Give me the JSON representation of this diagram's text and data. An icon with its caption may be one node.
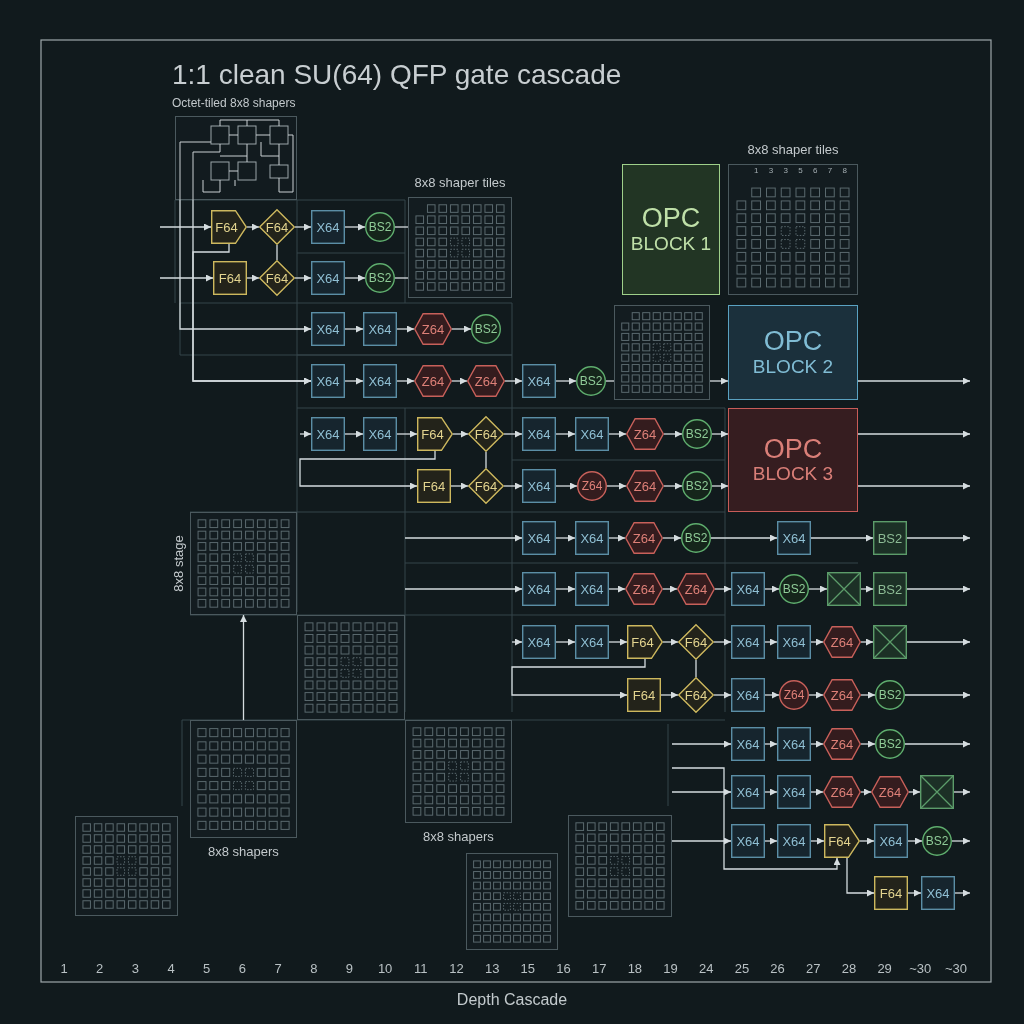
{
  "diagram": {
    "title": "1:1 clean SU(64) QFP gate cascade",
    "nodes": [
      {
        "text": [
          "Octet-tiled 8x8 shapers"
        ]
      },
      {
        "text": [
          "OPC",
          "BLOCK 1"
        ]
      },
      {
        "text": [
          "8x8 shaper tiles",
          "1",
          "3",
          "3",
          "5",
          "6",
          "7",
          "8"
        ]
      },
      {
        "text": [
          "8x8 shaper tiles"
        ]
      },
      {
        "text": [
          "F64"
        ]
      },
      {
        "text": [
          "F64"
        ]
      },
      {
        "text": [
          "X64"
        ]
      },
      {
        "text": [
          "BS2"
        ]
      },
      {
        "text": [
          "F64"
        ]
      },
      {
        "text": [
          "F64"
        ]
      },
      {
        "text": [
          "X64"
        ]
      },
      {
        "text": [
          "BS2"
        ]
      },
      {
        "text": [
          "X64"
        ]
      },
      {
        "text": [
          "X64"
        ]
      },
      {
        "text": [
          "Z64"
        ]
      },
      {
        "text": [
          "BS2"
        ]
      },
      {
        "text": [
          "X64"
        ]
      },
      {
        "text": [
          "X64"
        ]
      },
      {
        "text": [
          "Z64"
        ]
      },
      {
        "text": [
          "Z64"
        ]
      },
      {
        "text": [
          "X64"
        ]
      },
      {
        "text": [
          "BS2"
        ]
      },
      {
        "text": [],
        "shape": "grid"
      },
      {
        "text": [
          "OPC",
          "BLOCK 2"
        ]
      },
      {
        "text": [
          "X64"
        ]
      },
      {
        "text": [
          "X64"
        ]
      },
      {
        "text": [
          "F64"
        ]
      },
      {
        "text": [
          "F64"
        ]
      },
      {
        "text": [
          "X64"
        ]
      },
      {
        "text": [
          "X64"
        ]
      },
      {
        "text": [
          "Z64"
        ]
      },
      {
        "text": [
          "BS2"
        ]
      },
      {
        "text": [
          "OPC",
          "BLOCK 3"
        ]
      },
      {
        "text": [
          "F64"
        ]
      },
      {
        "text": [
          "F64"
        ]
      },
      {
        "text": [
          "X64"
        ]
      },
      {
        "text": [
          "Z64"
        ]
      },
      {
        "text": [
          "Z64"
        ]
      },
      {
        "text": [
          "BS2"
        ]
      },
      {
        "text": [],
        "shape": "grid",
        "beside": [
          "8x8 stage"
        ]
      },
      {
        "text": [
          "X64"
        ]
      },
      {
        "text": [
          "X64"
        ]
      },
      {
        "text": [
          "Z64"
        ]
      },
      {
        "text": [
          "BS2"
        ]
      },
      {
        "text": [
          "X64"
        ]
      },
      {
        "text": [
          "BS2"
        ]
      },
      {
        "text": [
          "X64"
        ]
      },
      {
        "text": [
          "X64"
        ]
      },
      {
        "text": [
          "Z64"
        ]
      },
      {
        "text": [
          "Z64"
        ]
      },
      {
        "text": [
          "X64"
        ]
      },
      {
        "text": [
          "BS2"
        ]
      },
      {
        "text": [],
        "shape": "box"
      },
      {
        "text": [
          "BS2"
        ]
      },
      {
        "text": [],
        "shape": "grid"
      },
      {
        "text": [
          "X64"
        ]
      },
      {
        "text": [
          "X64"
        ]
      },
      {
        "text": [
          "F64"
        ]
      },
      {
        "text": [
          "F64"
        ]
      },
      {
        "text": [
          "X64"
        ]
      },
      {
        "text": [
          "X64"
        ]
      },
      {
        "text": [
          "Z64"
        ]
      },
      {
        "text": [],
        "shape": "box"
      },
      {
        "text": [
          "F64"
        ]
      },
      {
        "text": [
          "F64"
        ]
      },
      {
        "text": [
          "X64"
        ]
      },
      {
        "text": [
          "Z64"
        ]
      },
      {
        "text": [
          "Z64"
        ]
      },
      {
        "text": [
          "BS2"
        ]
      },
      {
        "text": [],
        "shape": "grid",
        "beside": [
          "8x8 shapers"
        ]
      },
      {
        "text": [],
        "shape": "grid",
        "beside": [
          "8x8 shapers"
        ]
      },
      {
        "text": [
          "X64"
        ]
      },
      {
        "text": [
          "X64"
        ]
      },
      {
        "text": [
          "Z64"
        ]
      },
      {
        "text": [
          "BS2"
        ]
      },
      {
        "text": [
          "X64"
        ]
      },
      {
        "text": [
          "X64"
        ]
      },
      {
        "text": [
          "Z64"
        ]
      },
      {
        "text": [
          "Z64"
        ]
      },
      {
        "text": [],
        "shape": "box"
      },
      {
        "text": [],
        "shape": "grid"
      },
      {
        "text": [],
        "shape": "grid"
      },
      {
        "text": [],
        "shape": "grid"
      },
      {
        "text": [
          "X64"
        ]
      },
      {
        "text": [
          "X64"
        ]
      },
      {
        "text": [
          "F64"
        ]
      },
      {
        "text": [
          "X64"
        ]
      },
      {
        "text": [
          "BS2"
        ]
      },
      {
        "text": [
          "F64"
        ]
      },
      {
        "text": [
          "X64"
        ]
      }
    ],
    "edges": [
      {
        "from": null,
        "to": 4,
        "arrow": "to"
      },
      {
        "from": 4,
        "to": 5,
        "arrow": "to"
      },
      {
        "from": 5,
        "to": 6,
        "arrow": "to"
      },
      {
        "from": 6,
        "to": 7,
        "arrow": "to"
      },
      {
        "from": 7,
        "to": 3,
        "arrow": "none"
      },
      {
        "from": null,
        "to": 8,
        "arrow": "to"
      },
      {
        "from": 8,
        "to": 9,
        "arrow": "to"
      },
      {
        "from": 9,
        "to": 10,
        "arrow": "to"
      },
      {
        "from": 10,
        "to": 11,
        "arrow": "to"
      },
      {
        "from": 11,
        "to": 3,
        "arrow": "none"
      },
      {
        "from": 5,
        "to": 9,
        "arrow": "none"
      },
      {
        "from": 0,
        "to": 12,
        "arrow": "to"
      },
      {
        "from": 0,
        "to": 16,
        "arrow": "to"
      },
      {
        "from": 4,
        "to": 16,
        "arrow": "to"
      },
      {
        "from": 12,
        "to": 13,
        "arrow": "to"
      },
      {
        "from": 13,
        "to": 14,
        "arrow": "to"
      },
      {
        "from": 14,
        "to": 15,
        "arrow": "to"
      },
      {
        "from": 16,
        "to": 17,
        "arrow": "to"
      },
      {
        "from": 17,
        "to": 18,
        "arrow": "to"
      },
      {
        "from": 18,
        "to": 19,
        "arrow": "to"
      },
      {
        "from": 19,
        "to": 20,
        "arrow": "to"
      },
      {
        "from": 20,
        "to": 21,
        "arrow": "to"
      },
      {
        "from": 21,
        "to": 22,
        "arrow": "none"
      },
      {
        "from": 22,
        "to": 23,
        "arrow": "to"
      },
      {
        "from": 23,
        "to": null,
        "arrow": "to"
      },
      {
        "from": null,
        "to": 24,
        "arrow": "to"
      },
      {
        "from": 24,
        "to": 25,
        "arrow": "to"
      },
      {
        "from": 25,
        "to": 26,
        "arrow": "to"
      },
      {
        "from": 26,
        "to": 27,
        "arrow": "to"
      },
      {
        "from": 27,
        "to": 28,
        "arrow": "to"
      },
      {
        "from": 28,
        "to": 29,
        "arrow": "to"
      },
      {
        "from": 29,
        "to": 30,
        "arrow": "to"
      },
      {
        "from": 30,
        "to": 31,
        "arrow": "to"
      },
      {
        "from": 31,
        "to": 32,
        "arrow": "to"
      },
      {
        "from": 32,
        "to": null,
        "arrow": "to"
      },
      {
        "from": 26,
        "to": 33,
        "arrow": "to"
      },
      {
        "from": 27,
        "to": 34,
        "arrow": "none"
      },
      {
        "from": 33,
        "to": 34,
        "arrow": "to"
      },
      {
        "from": 34,
        "to": 35,
        "arrow": "to"
      },
      {
        "from": 35,
        "to": 36,
        "arrow": "to"
      },
      {
        "from": 36,
        "to": 37,
        "arrow": "to"
      },
      {
        "from": 37,
        "to": 38,
        "arrow": "to"
      },
      {
        "from": 38,
        "to": 32,
        "arrow": "to"
      },
      {
        "from": 32,
        "to": null,
        "arrow": "to"
      },
      {
        "from": null,
        "to": 40,
        "arrow": "to"
      },
      {
        "from": 40,
        "to": 41,
        "arrow": "to"
      },
      {
        "from": 41,
        "to": 42,
        "arrow": "to"
      },
      {
        "from": 42,
        "to": 43,
        "arrow": "to"
      },
      {
        "from": 43,
        "to": 44,
        "arrow": "to"
      },
      {
        "from": 44,
        "to": 45,
        "arrow": "to"
      },
      {
        "from": 45,
        "to": null,
        "arrow": "to"
      },
      {
        "from": null,
        "to": 46,
        "arrow": "to"
      },
      {
        "from": 46,
        "to": 47,
        "arrow": "to"
      },
      {
        "from": 47,
        "to": 48,
        "arrow": "to"
      },
      {
        "from": 48,
        "to": 49,
        "arrow": "to"
      },
      {
        "from": 49,
        "to": 50,
        "arrow": "to"
      },
      {
        "from": 50,
        "to": 51,
        "arrow": "to"
      },
      {
        "from": 51,
        "to": 52,
        "arrow": "to"
      },
      {
        "from": 52,
        "to": 53,
        "arrow": "to"
      },
      {
        "from": 53,
        "to": null,
        "arrow": "to"
      },
      {
        "from": null,
        "to": 55,
        "arrow": "to"
      },
      {
        "from": 55,
        "to": 56,
        "arrow": "to"
      },
      {
        "from": 56,
        "to": 57,
        "arrow": "to"
      },
      {
        "from": 57,
        "to": 58,
        "arrow": "to"
      },
      {
        "from": 58,
        "to": 59,
        "arrow": "to"
      },
      {
        "from": 59,
        "to": 60,
        "arrow": "to"
      },
      {
        "from": 60,
        "to": 61,
        "arrow": "to"
      },
      {
        "from": 61,
        "to": 62,
        "arrow": "to"
      },
      {
        "from": 62,
        "to": null,
        "arrow": "to"
      },
      {
        "from": 57,
        "to": 63,
        "arrow": "to"
      },
      {
        "from": 58,
        "to": 64,
        "arrow": "none"
      },
      {
        "from": 63,
        "to": 64,
        "arrow": "to"
      },
      {
        "from": 64,
        "to": 65,
        "arrow": "to"
      },
      {
        "from": 65,
        "to": 66,
        "arrow": "to"
      },
      {
        "from": 66,
        "to": 67,
        "arrow": "to"
      },
      {
        "from": 67,
        "to": 68,
        "arrow": "to"
      },
      {
        "from": 68,
        "to": null,
        "arrow": "to"
      },
      {
        "from": 69,
        "to": 39,
        "arrow": "to"
      },
      {
        "from": null,
        "to": 71,
        "arrow": "to"
      },
      {
        "from": 71,
        "to": 72,
        "arrow": "to"
      },
      {
        "from": 72,
        "to": 73,
        "arrow": "to"
      },
      {
        "from": 73,
        "to": 74,
        "arrow": "to"
      },
      {
        "from": 74,
        "to": null,
        "arrow": "to"
      },
      {
        "from": null,
        "to": 75,
        "arrow": "to"
      },
      {
        "from": 75,
        "to": 76,
        "arrow": "to"
      },
      {
        "from": 76,
        "to": 77,
        "arrow": "to"
      },
      {
        "from": 77,
        "to": 78,
        "arrow": "to"
      },
      {
        "from": 78,
        "to": 79,
        "arrow": "to"
      },
      {
        "from": 79,
        "to": null,
        "arrow": "to"
      },
      {
        "from": 82,
        "to": 83,
        "arrow": "to"
      },
      {
        "from": 83,
        "to": 84,
        "arrow": "to"
      },
      {
        "from": 84,
        "to": 85,
        "arrow": "to"
      },
      {
        "from": 85,
        "to": 86,
        "arrow": "to"
      },
      {
        "from": 86,
        "to": 87,
        "arrow": "to"
      },
      {
        "from": 87,
        "to": null,
        "arrow": "to"
      },
      {
        "from": null,
        "to": 85,
        "arrow": "to"
      },
      {
        "from": 85,
        "to": 88,
        "arrow": "to"
      },
      {
        "from": 88,
        "to": 89,
        "arrow": "to"
      },
      {
        "from": 89,
        "to": null,
        "arrow": "to"
      }
    ],
    "labels": [
      "1",
      "2",
      "3",
      "4",
      "5",
      "6",
      "7",
      "8",
      "9",
      "10",
      "11",
      "12",
      "13",
      "15",
      "16",
      "17",
      "18",
      "19",
      "24",
      "25",
      "26",
      "27",
      "28",
      "29",
      "~30",
      "~30",
      "Depth Cascade"
    ]
  }
}
